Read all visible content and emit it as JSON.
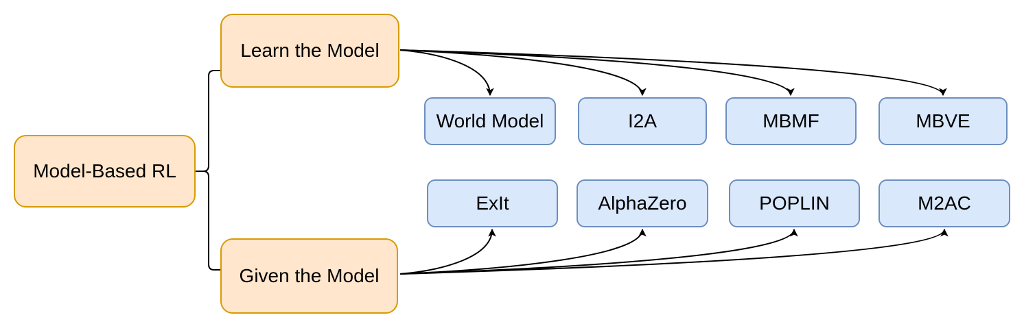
{
  "diagram": {
    "nodes": {
      "root": {
        "label": "Model-Based RL",
        "type": "category"
      },
      "learn": {
        "label": "Learn the Model",
        "type": "category"
      },
      "given": {
        "label": "Given the Model",
        "type": "category"
      },
      "world_model": {
        "label": "World Model",
        "type": "algorithm"
      },
      "i2a": {
        "label": "I2A",
        "type": "algorithm"
      },
      "mbmf": {
        "label": "MBMF",
        "type": "algorithm"
      },
      "mbve": {
        "label": "MBVE",
        "type": "algorithm"
      },
      "exit": {
        "label": "ExIt",
        "type": "algorithm"
      },
      "alphazero": {
        "label": "AlphaZero",
        "type": "algorithm"
      },
      "poplin": {
        "label": "POPLIN",
        "type": "algorithm"
      },
      "m2ac": {
        "label": "M2AC",
        "type": "algorithm"
      }
    },
    "edges": [
      {
        "from": "Model-Based RL",
        "to": "Learn the Model",
        "arrow": false
      },
      {
        "from": "Model-Based RL",
        "to": "Given the Model",
        "arrow": false
      },
      {
        "from": "Learn the Model",
        "to": "World Model",
        "arrow": true
      },
      {
        "from": "Learn the Model",
        "to": "I2A",
        "arrow": true
      },
      {
        "from": "Learn the Model",
        "to": "MBMF",
        "arrow": true
      },
      {
        "from": "Learn the Model",
        "to": "MBVE",
        "arrow": true
      },
      {
        "from": "Given the Model",
        "to": "ExIt",
        "arrow": true
      },
      {
        "from": "Given the Model",
        "to": "AlphaZero",
        "arrow": true
      },
      {
        "from": "Given the Model",
        "to": "POPLIN",
        "arrow": true
      },
      {
        "from": "Given the Model",
        "to": "M2AC",
        "arrow": true
      }
    ],
    "colors": {
      "category_fill": "#FFE6CC",
      "category_stroke": "#D79B00",
      "algorithm_fill": "#DAE8FC",
      "algorithm_stroke": "#6C8EBF",
      "edge_stroke": "#000000",
      "text": "#000000",
      "background": "#FFFFFF"
    }
  }
}
